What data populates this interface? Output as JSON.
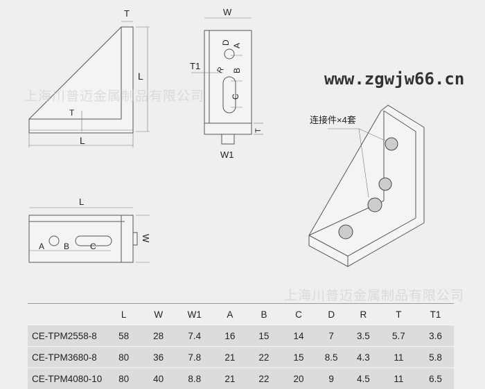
{
  "labels": {
    "T": "T",
    "L": "L",
    "W": "W",
    "W1": "W1",
    "T1": "T1",
    "A": "A",
    "B": "B",
    "C": "C",
    "D": "D",
    "R": "R"
  },
  "callout": "连接件×4套",
  "watermark_company": "上海川普迈金属制品有限公司",
  "watermark_url": "www.zgwjw66.cn",
  "table": {
    "headers": [
      "",
      "L",
      "W",
      "W1",
      "A",
      "B",
      "C",
      "D",
      "R",
      "T",
      "T1"
    ],
    "rows": [
      [
        "CE-TPM2558-8",
        "58",
        "28",
        "7.4",
        "16",
        "15",
        "14",
        "7",
        "3.5",
        "5.7",
        "3.6"
      ],
      [
        "CE-TPM3680-8",
        "80",
        "36",
        "7.8",
        "21",
        "22",
        "15",
        "8.5",
        "4.3",
        "11",
        "5.8"
      ],
      [
        "CE-TPM4080-10",
        "80",
        "40",
        "8.8",
        "21",
        "22",
        "20",
        "9",
        "4.5",
        "11",
        "6.5"
      ]
    ]
  }
}
